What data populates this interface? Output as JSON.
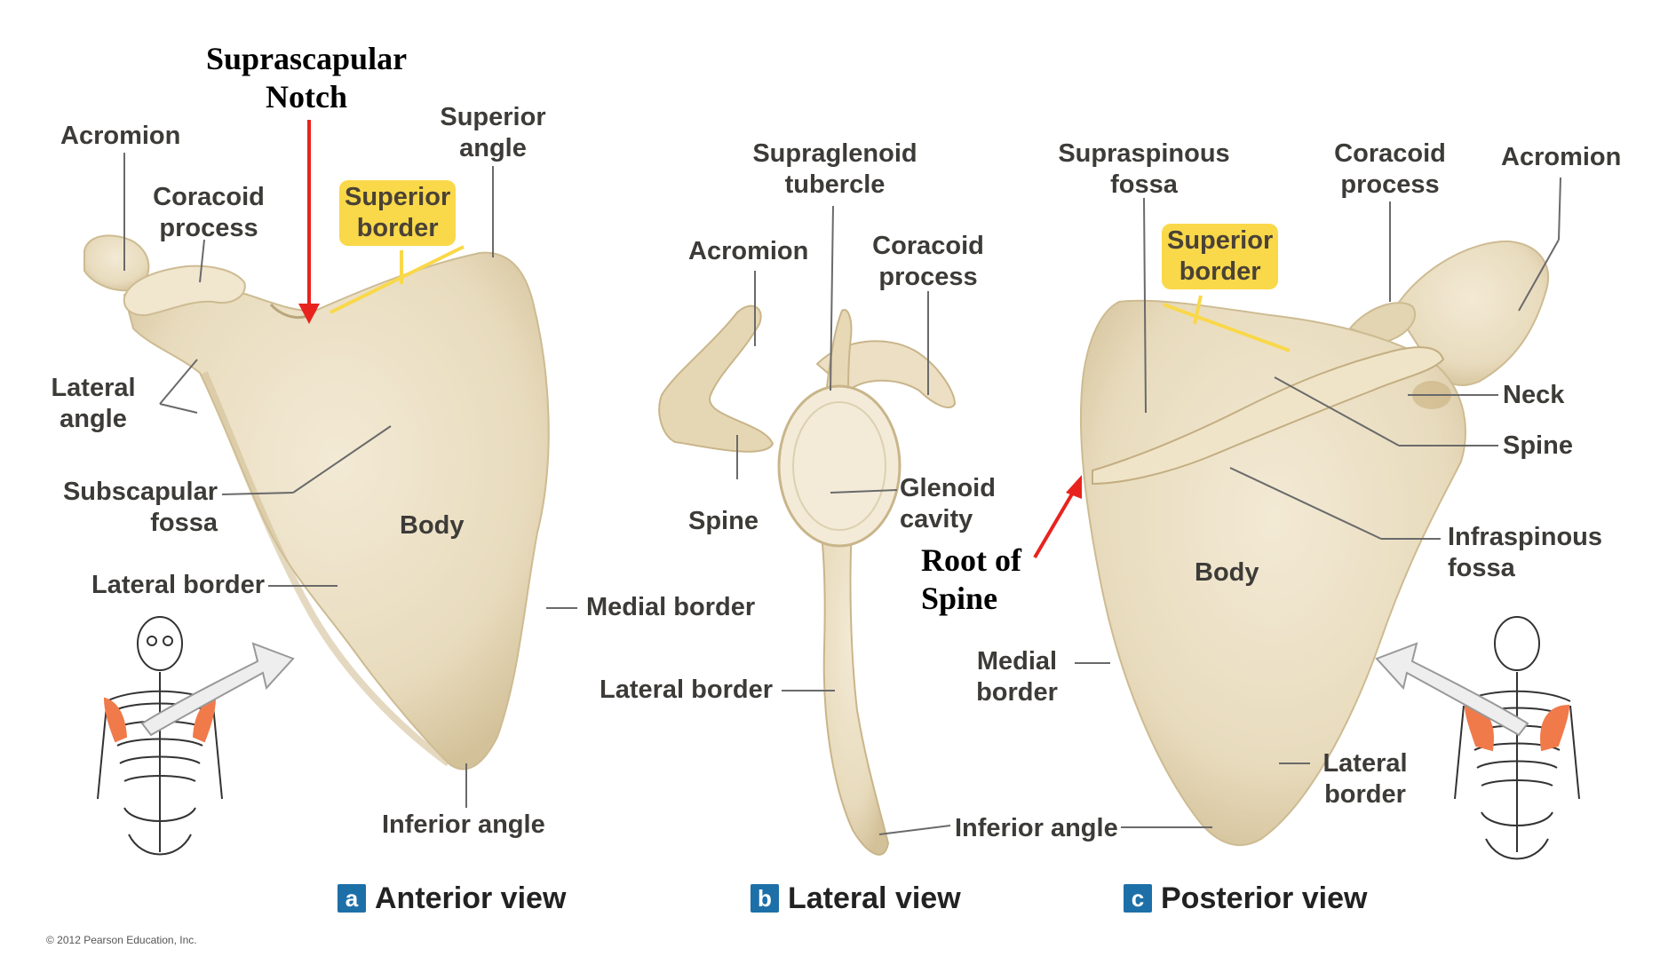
{
  "labels": {
    "suprascapular_notch": "Suprascapular\nNotch",
    "anterior_acromion": "Acromion",
    "anterior_coracoid": "Coracoid\nprocess",
    "anterior_superior_border": "Superior\nborder",
    "anterior_superior_angle": "Superior\nangle",
    "anterior_lateral_angle": "Lateral\nangle",
    "anterior_subscapular_fossa": "Subscapular\nfossa",
    "anterior_body": "Body",
    "anterior_lateral_border": "Lateral border",
    "anterior_medial_border": "Medial border",
    "anterior_inferior_angle": "Inferior angle",
    "lateral_supraglenoid": "Supraglenoid\ntubercle",
    "lateral_acromion": "Acromion",
    "lateral_coracoid": "Coracoid\nprocess",
    "lateral_spine": "Spine",
    "lateral_glenoid": "Glenoid\ncavity",
    "lateral_lateral_border": "Lateral border",
    "lateral_inferior_angle": "Inferior angle",
    "posterior_supraspinous": "Supraspinous\nfossa",
    "posterior_coracoid": "Coracoid\nprocess",
    "posterior_acromion": "Acromion",
    "posterior_superior_border": "Superior\nborder",
    "posterior_neck": "Neck",
    "posterior_spine": "Spine",
    "posterior_root_of_spine": "Root of\nSpine",
    "posterior_infraspinous": "Infraspinous\nfossa",
    "posterior_body": "Body",
    "posterior_medial_border": "Medial\nborder",
    "posterior_lateral_border": "Lateral\nborder"
  },
  "views": {
    "a_letter": "a",
    "a_title": "Anterior view",
    "b_letter": "b",
    "b_title": "Lateral view",
    "c_letter": "c",
    "c_title": "Posterior view"
  },
  "copyright": "© 2012 Pearson Education, Inc.",
  "colors": {
    "bone": "#ede2c8",
    "bone_shadow": "#d7c6a0",
    "highlight": "#f9d84a",
    "annotation_red": "#e8231e",
    "leader_line": "#6a6a6a",
    "scapula_orange": "#f07a4a",
    "badge_blue": "#1d6fa8"
  }
}
